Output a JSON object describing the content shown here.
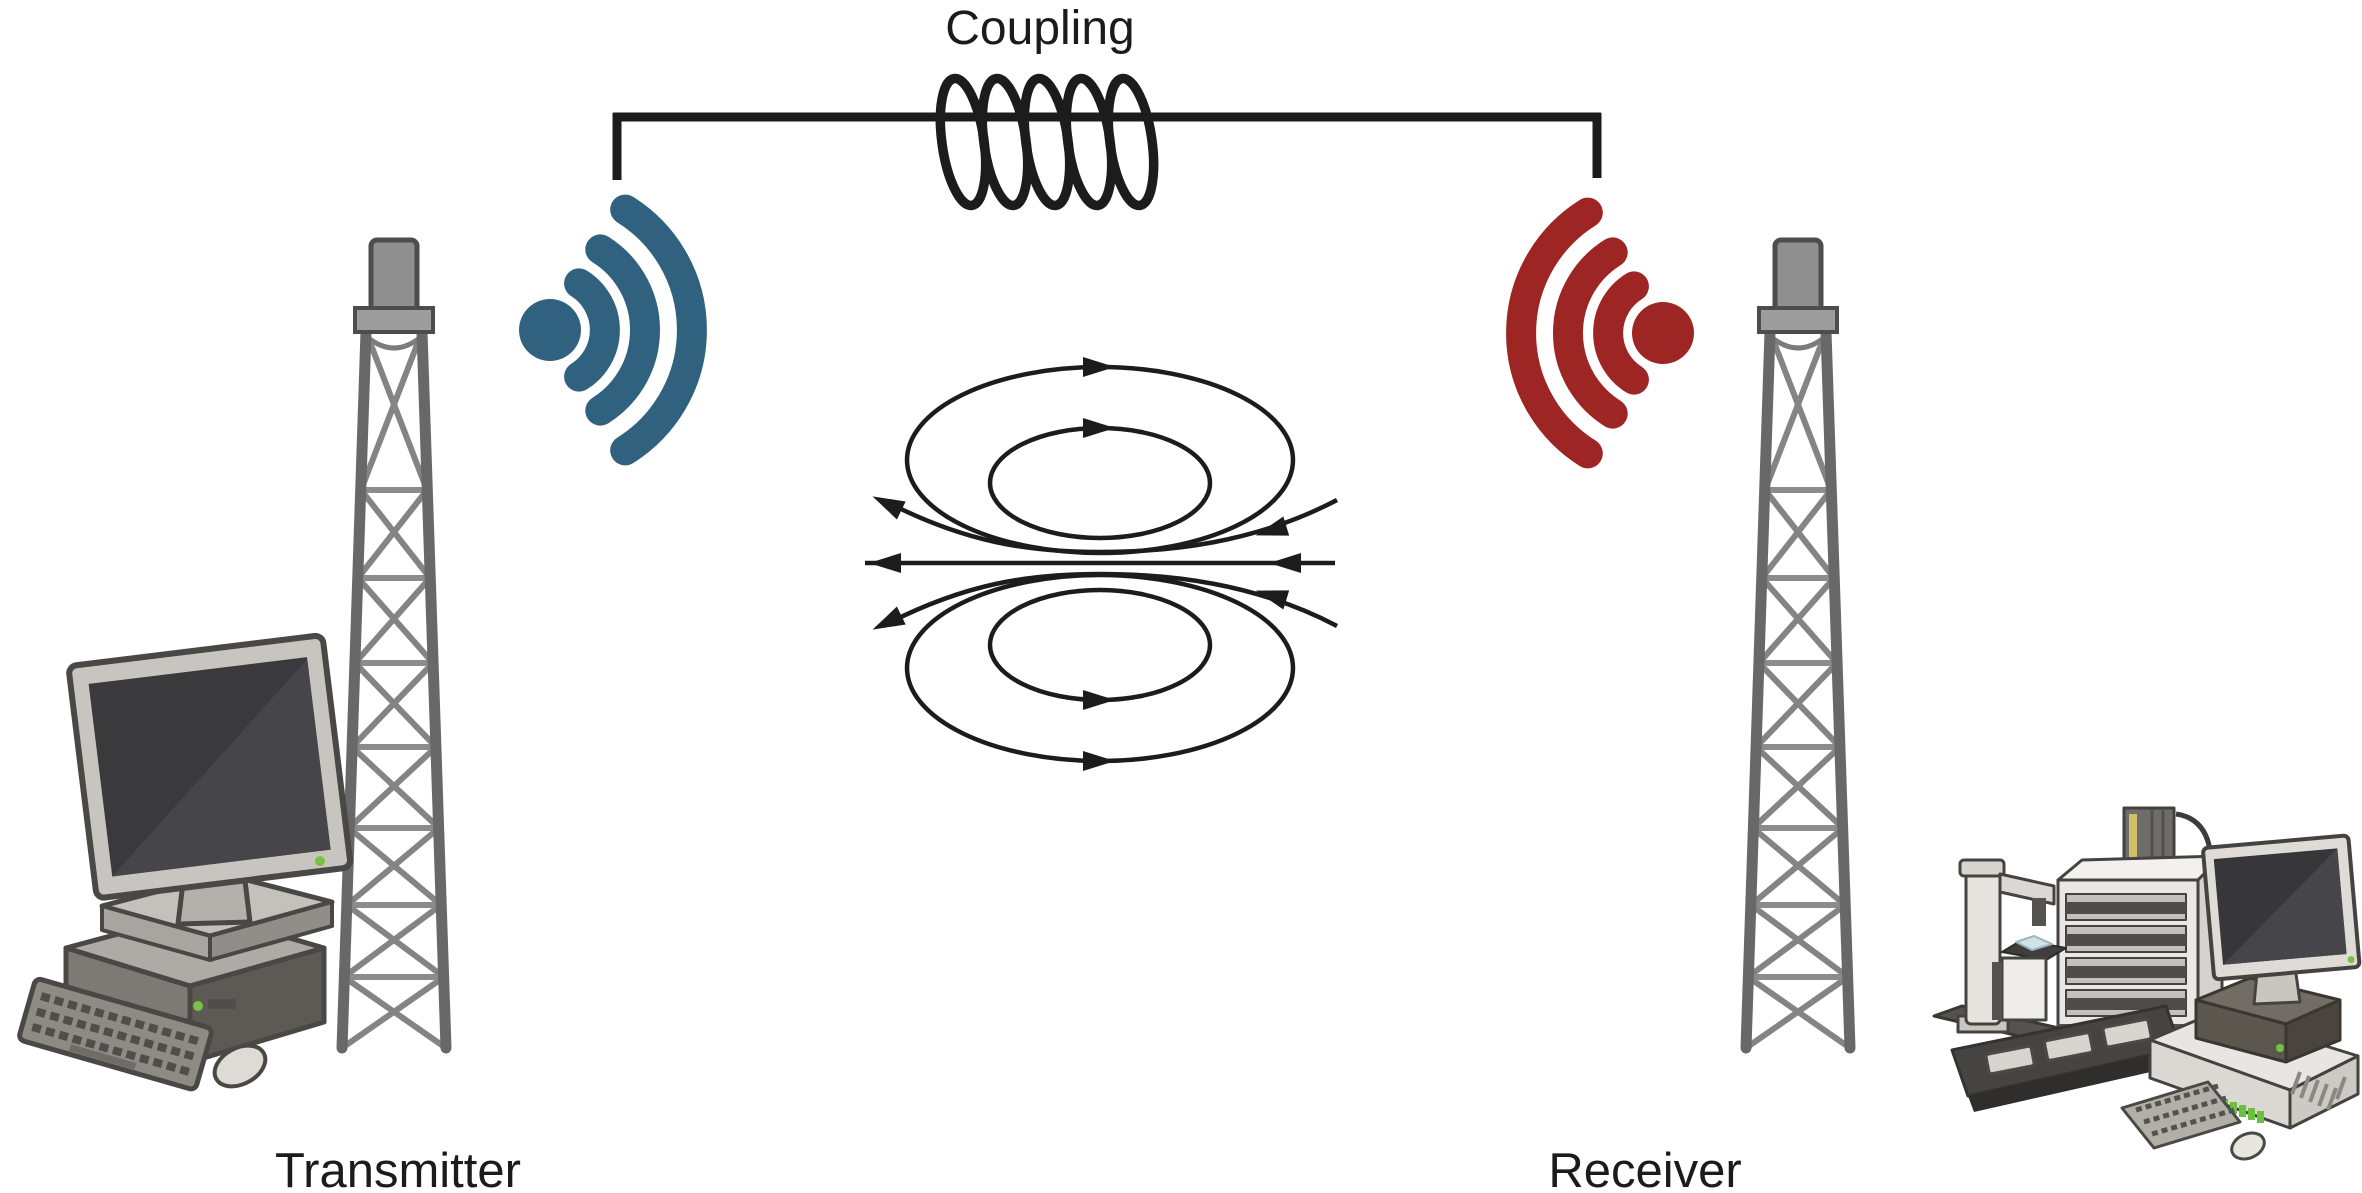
{
  "diagram": {
    "labels": {
      "coupling": "Coupling",
      "transmitter": "Transmitter",
      "receiver": "Receiver"
    },
    "colors": {
      "transmitter_signal": "#30627f",
      "receiver_signal": "#9d2524",
      "line_stroke": "#1c1c1c",
      "tower_gray": "#8e8e8e",
      "led_green": "#79c143"
    },
    "icons": {
      "coupling_symbol": "inductor-coil",
      "transmitter_signal": "wifi-waves-pointing-right",
      "receiver_signal": "wifi-waves-pointing-left",
      "field_pattern": "magnetic-dipole-field-lines",
      "left_tower": "radio-lattice-tower",
      "right_tower": "radio-lattice-tower",
      "left_device": "desktop-computer",
      "right_device": "laboratory-workstation"
    }
  }
}
